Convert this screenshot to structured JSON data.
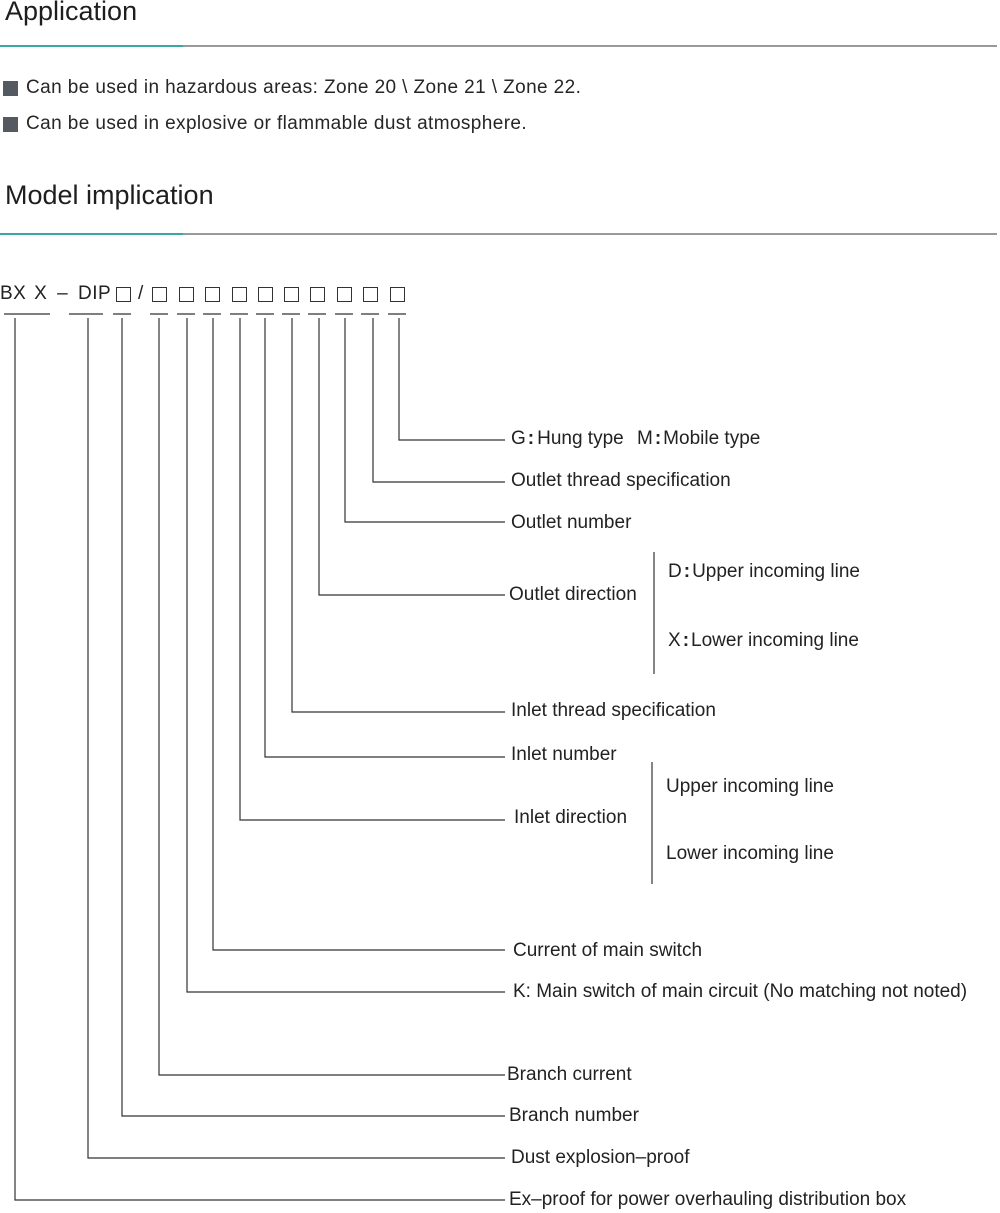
{
  "application": {
    "title": "Application",
    "bullets": [
      "Can be used in hazardous areas: Zone 20 \\ Zone 21 \\ Zone 22.",
      "Can be used in explosive or flammable dust atmosphere."
    ]
  },
  "model": {
    "title": "Model implication",
    "code_prefix_bx": "BX",
    "code_prefix_x": "X",
    "code_dash": "–",
    "code_dip": "DIP",
    "code_slash": "/",
    "labels": {
      "hung_mobile_g": "G",
      "hung_mobile_colon1": ":",
      "hung_type": "Hung type",
      "hung_mobile_m": "M",
      "hung_mobile_colon2": ":",
      "mobile_type": "Mobile type",
      "outlet_thread": "Outlet thread specification",
      "outlet_number": "Outlet number",
      "outlet_direction": "Outlet direction",
      "outlet_d": "D",
      "outlet_d_colon": ":",
      "outlet_upper": "Upper incoming line",
      "outlet_x": "X",
      "outlet_x_colon": ":",
      "outlet_lower": "Lower incoming line",
      "inlet_thread": "Inlet thread specification",
      "inlet_number": "Inlet number",
      "inlet_direction": "Inlet direction",
      "inlet_upper": "Upper incoming line",
      "inlet_lower": "Lower incoming line",
      "current_main_switch": "Current of main switch",
      "main_switch_k": "K: Main switch of main circuit (No matching not noted)",
      "branch_current": "Branch current",
      "branch_number": "Branch number",
      "dust_ex": "Dust explosion–proof",
      "ex_proof_box": "Ex–proof for power overhauling distribution box"
    }
  },
  "colors": {
    "accent": "#3aa7a1",
    "rule": "#9a9a9a",
    "bullet": "#555a60",
    "line": "#333333"
  }
}
